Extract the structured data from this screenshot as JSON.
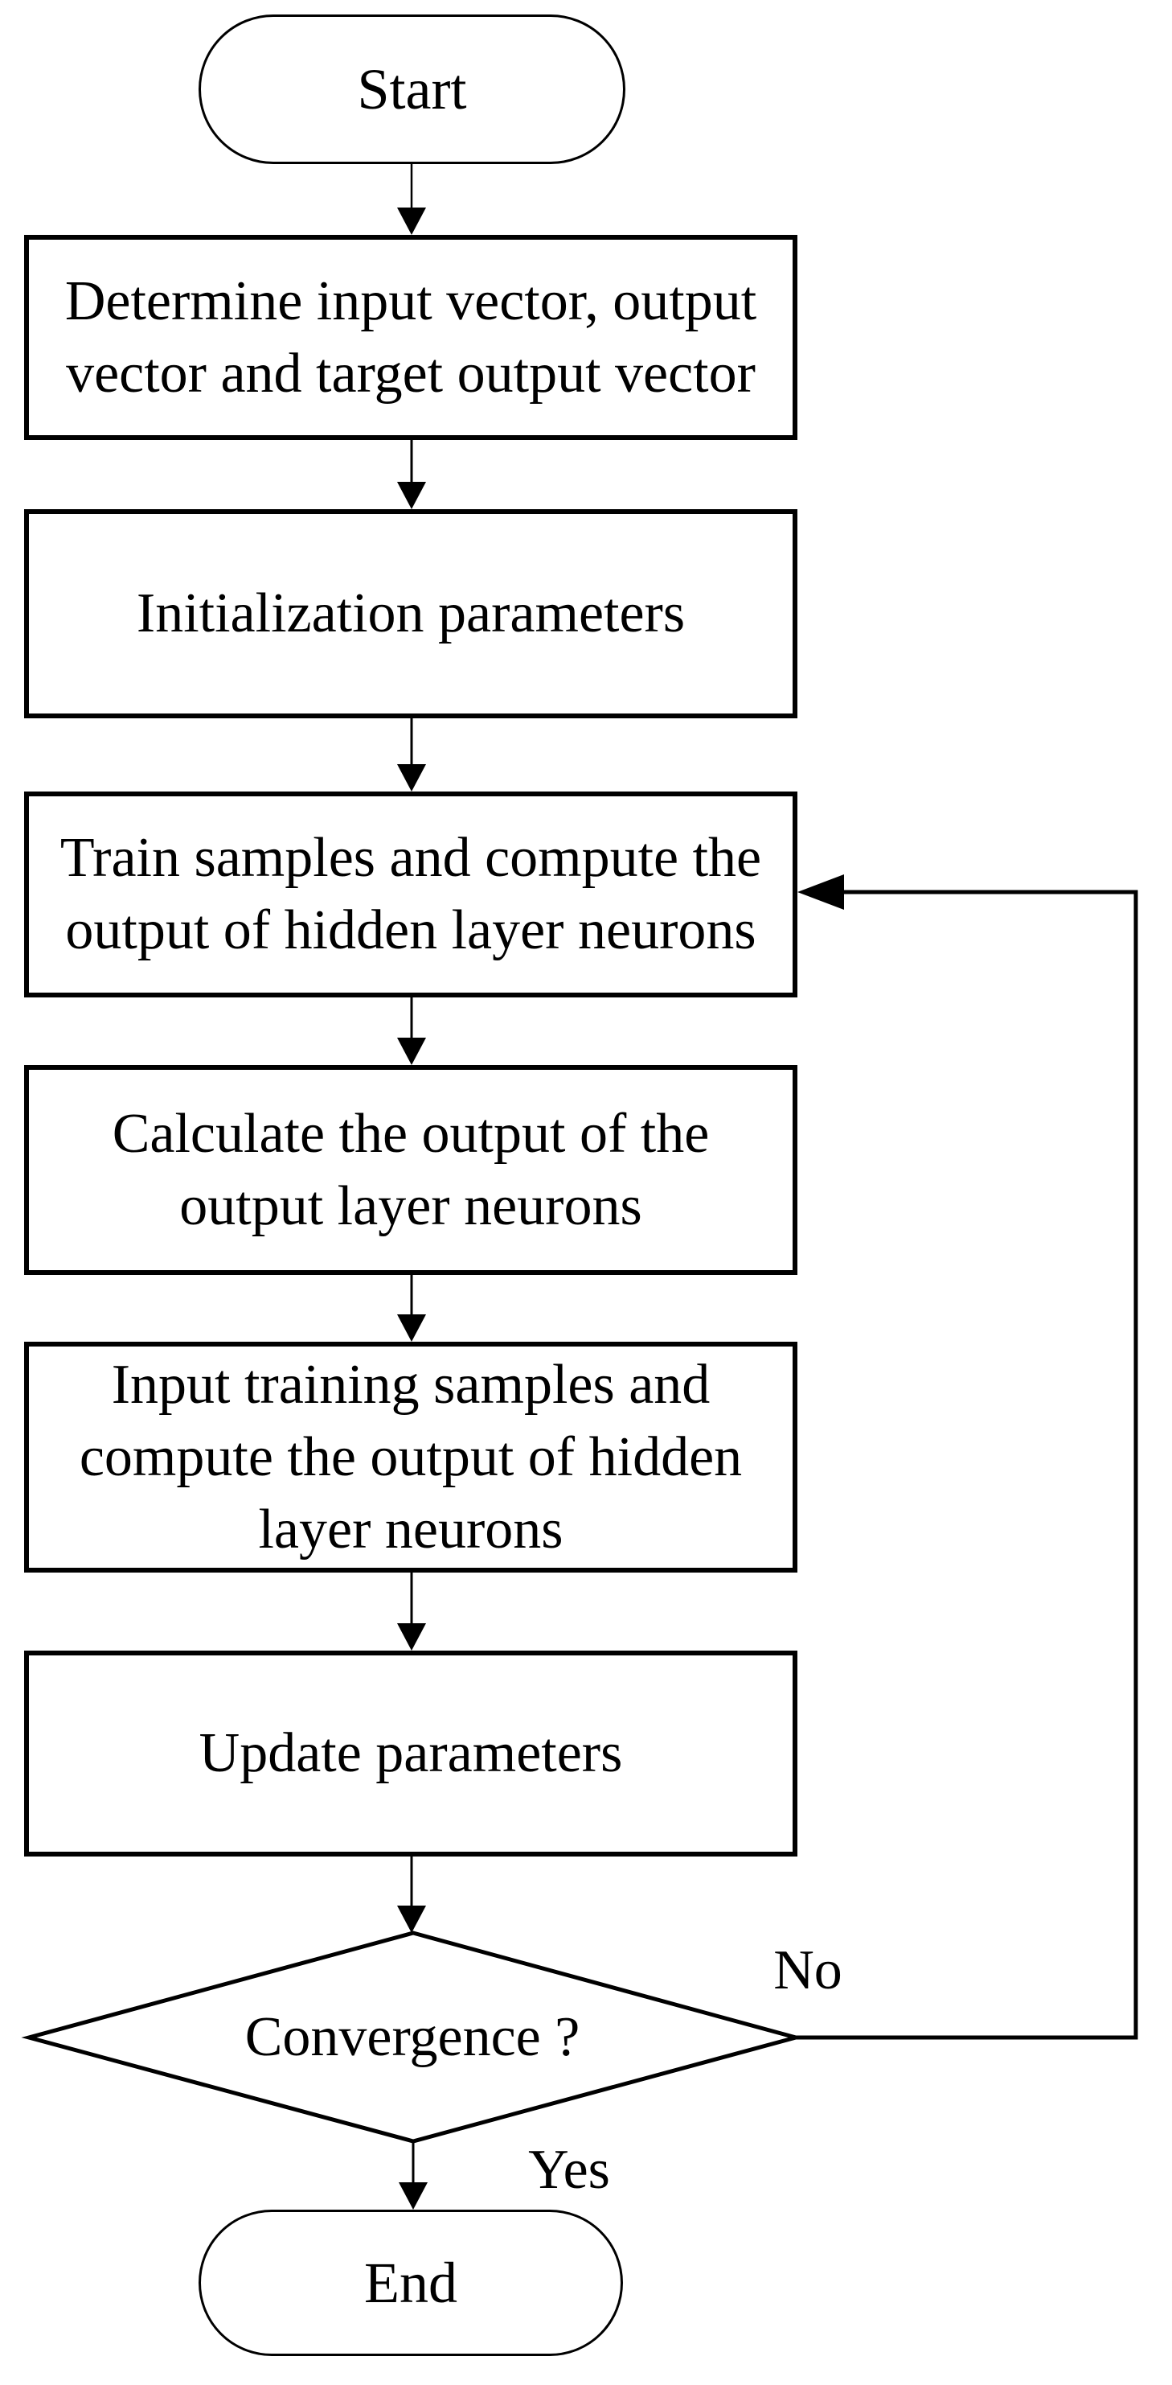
{
  "diagram": {
    "background_color": "#ffffff",
    "line_color": "#000000",
    "nodes": [
      {
        "id": "start",
        "type": "terminator",
        "label": "Start"
      },
      {
        "id": "determine-vectors",
        "type": "process",
        "lines": [
          "Determine input vector, output",
          "vector and target output vector"
        ]
      },
      {
        "id": "initialization",
        "type": "process",
        "lines": [
          "Initialization parameters"
        ]
      },
      {
        "id": "train-samples",
        "type": "process",
        "lines": [
          "Train samples and compute the",
          "output of hidden layer neurons"
        ]
      },
      {
        "id": "calculate-output",
        "type": "process",
        "lines": [
          "Calculate the output of the",
          "output layer neurons"
        ]
      },
      {
        "id": "input-training",
        "type": "process",
        "lines": [
          "Input training samples and",
          "compute the output of hidden",
          "layer neurons"
        ]
      },
      {
        "id": "update-parameters",
        "type": "process",
        "lines": [
          "Update parameters"
        ]
      },
      {
        "id": "convergence",
        "type": "decision",
        "label": "Convergence ?"
      },
      {
        "id": "end",
        "type": "terminator",
        "label": "End"
      }
    ],
    "edges": [
      {
        "from": "start",
        "to": "determine-vectors",
        "label": ""
      },
      {
        "from": "determine-vectors",
        "to": "initialization",
        "label": ""
      },
      {
        "from": "initialization",
        "to": "train-samples",
        "label": ""
      },
      {
        "from": "train-samples",
        "to": "calculate-output",
        "label": ""
      },
      {
        "from": "calculate-output",
        "to": "input-training",
        "label": ""
      },
      {
        "from": "input-training",
        "to": "update-parameters",
        "label": ""
      },
      {
        "from": "update-parameters",
        "to": "convergence",
        "label": ""
      },
      {
        "from": "convergence",
        "to": "train-samples",
        "label": "No"
      },
      {
        "from": "convergence",
        "to": "end",
        "label": "Yes"
      }
    ],
    "edge_labels": {
      "no": "No",
      "yes": "Yes"
    }
  }
}
